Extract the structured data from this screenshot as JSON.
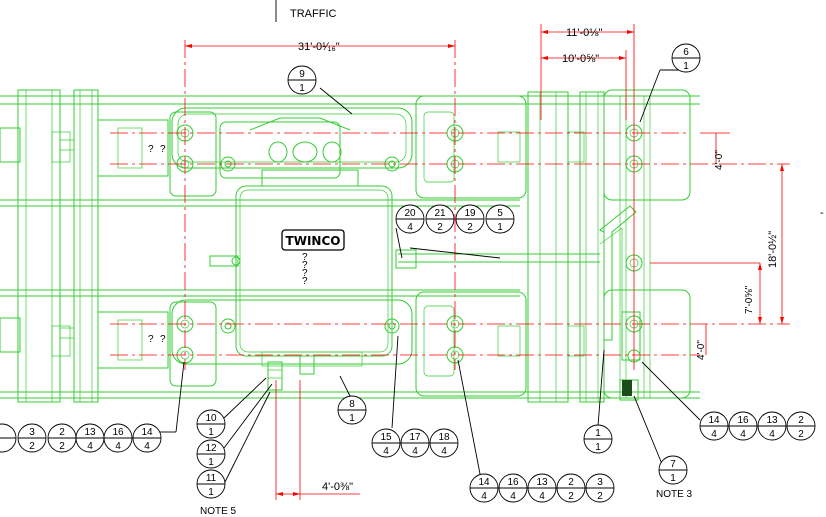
{
  "labels": {
    "traffic": "TRAFFIC",
    "note5": "NOTE 5",
    "note3": "NOTE 3",
    "logo": "TWINCO",
    "question_marks": "?",
    "mark": "-"
  },
  "dimensions": {
    "top_width": "31'-0¹⁄₁₆\"",
    "right_outer": "11'-0⅛\"",
    "right_inner": "10'-0⅝\"",
    "vert_upper": "4'-0\"",
    "vert_total": "18'-0½\"",
    "vert_mid": "7'-0⅝\"",
    "vert_lower": "4'-0\"",
    "bottom": "4'-0⅜\""
  },
  "callouts": [
    {
      "top": "9",
      "bottom": "1"
    },
    {
      "top": "6",
      "bottom": "1"
    },
    {
      "top": "20",
      "bottom": "4"
    },
    {
      "top": "21",
      "bottom": "2"
    },
    {
      "top": "19",
      "bottom": "2"
    },
    {
      "top": "5",
      "bottom": "1"
    },
    {
      "top": "3",
      "bottom": "2"
    },
    {
      "top": "2",
      "bottom": "2"
    },
    {
      "top": "13",
      "bottom": "4"
    },
    {
      "top": "16",
      "bottom": "4"
    },
    {
      "top": "14",
      "bottom": "4"
    },
    {
      "top": "10",
      "bottom": "1"
    },
    {
      "top": "12",
      "bottom": "1"
    },
    {
      "top": "11",
      "bottom": "1"
    },
    {
      "top": "8",
      "bottom": "1"
    },
    {
      "top": "15",
      "bottom": "4"
    },
    {
      "top": "17",
      "bottom": "4"
    },
    {
      "top": "18",
      "bottom": "4"
    },
    {
      "top": "14",
      "bottom": "4"
    },
    {
      "top": "16",
      "bottom": "4"
    },
    {
      "top": "13",
      "bottom": "4"
    },
    {
      "top": "2",
      "bottom": "2"
    },
    {
      "top": "3",
      "bottom": "2"
    },
    {
      "top": "1",
      "bottom": "1"
    },
    {
      "top": "7",
      "bottom": "1"
    },
    {
      "top": "14",
      "bottom": "4"
    },
    {
      "top": "16",
      "bottom": "4"
    },
    {
      "top": "13",
      "bottom": "4"
    },
    {
      "top": "2",
      "bottom": "2"
    }
  ]
}
